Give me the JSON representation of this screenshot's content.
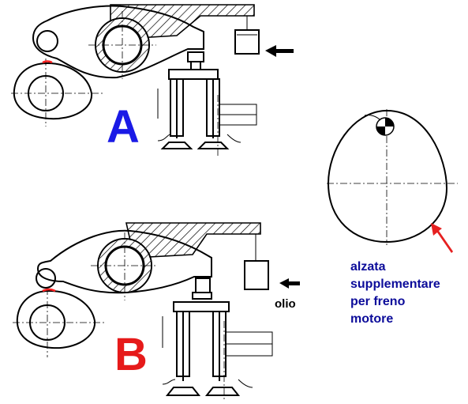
{
  "labels": {
    "diagram_a": "A",
    "diagram_b": "B",
    "oil": "olio",
    "note_line1": "alzata",
    "note_line2": "supplementare",
    "note_line3": "per freno",
    "note_line4": "motore"
  },
  "colors": {
    "label_a": "#1a1ae6",
    "label_b": "#e61a1a",
    "note_text": "#0c0c9a",
    "note_arrow": "#e62020",
    "contact_mark": "#ff2020",
    "line": "#000000"
  }
}
